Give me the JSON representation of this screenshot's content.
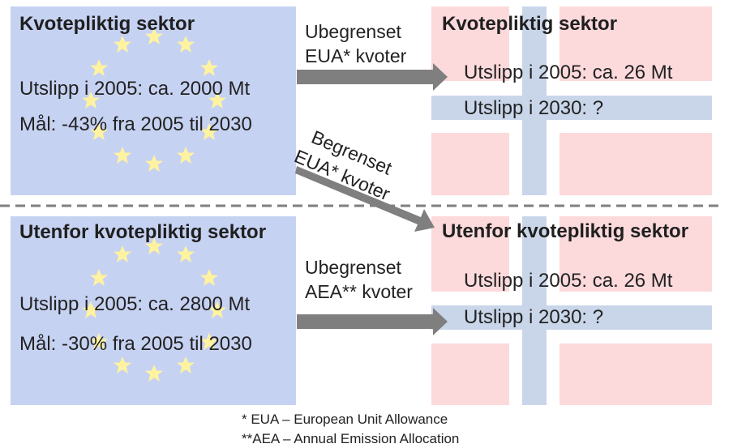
{
  "top": {
    "eu_panel": {
      "title": "Kvotepliktig sektor",
      "line1": "Utslipp i 2005:  ca. 2000 Mt",
      "line2": "Mål: -43% fra 2005 til 2030"
    },
    "arrow_label_line1": "Ubegrenset",
    "arrow_label_line2": "EUA* kvoter",
    "norway_panel": {
      "title": "Kvotepliktig sektor",
      "line1": "Utslipp i 2005: ca. 26 Mt",
      "line2": "Utslipp i 2030: ?"
    }
  },
  "diagonal_label_line1": "Begrenset",
  "diagonal_label_line2": "EUA* kvoter",
  "bottom": {
    "eu_panel": {
      "title": "Utenfor kvotepliktig sektor",
      "line1": "Utslipp i 2005: ca. 2800 Mt",
      "line2": "Mål: -30% fra 2005 til 2030"
    },
    "arrow_label_line1": "Ubegrenset",
    "arrow_label_line2": "AEA** kvoter",
    "norway_panel": {
      "title": "Utenfor kvotepliktig sektor",
      "line1": "Utslipp i 2005: ca. 26 Mt",
      "line2": "Utslipp i 2030: ?"
    }
  },
  "footnotes": {
    "eua": "* EUA – European Unit Allowance",
    "aea": "**AEA – Annual Emission Allocation"
  },
  "colors": {
    "eu_blue": "#c6d2f2",
    "eu_star": "#fff3a0",
    "flag_red": "#fcd9db",
    "flag_blue": "#c9d6ea",
    "arrow_gray": "#7f7f7f"
  },
  "icons": [
    "eu-stars-icon",
    "arrow-right-icon",
    "arrow-diagonal-icon"
  ]
}
